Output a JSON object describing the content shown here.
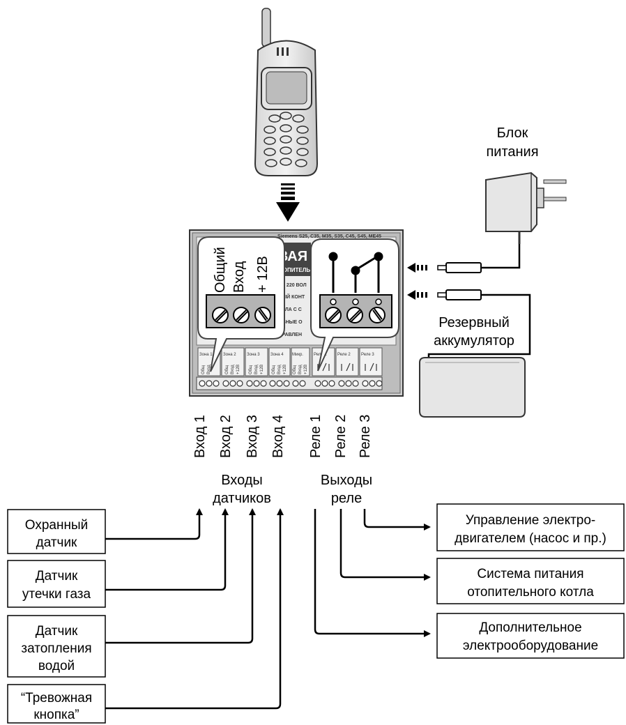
{
  "power_supply_label": [
    "Блок",
    "питания"
  ],
  "battery_label": [
    "Резервный",
    "аккумулятор"
  ],
  "device_header": "Siemens S25, C35, M35, S35, C45, S45, ME45",
  "device_title": "ВАЯ",
  "device_subtitle": "ОТОПИТЕЛЬ",
  "device_lines": [
    "ЕТИ 220 ВОЛ",
    "ТНЫЙ КОНТ",
    "КОТЛА С С",
    "ЕЛЬНЫЕ О",
    "УПРАВЛЕН"
  ],
  "device_zones": [
    "Зона 1",
    "Зона 2",
    "Зона 3",
    "Зона 4",
    "Микр."
  ],
  "device_relays": [
    "Реле 1",
    "Реле 2",
    "Реле 3"
  ],
  "zone_pins": [
    "Общ",
    "Вход",
    "+12В"
  ],
  "callout_left": [
    "Общий",
    "Вход",
    "+ 12В"
  ],
  "inputs": [
    "Вход 1",
    "Вход 2",
    "Вход 3",
    "Вход 4"
  ],
  "relays": [
    "Реле 1",
    "Реле 2",
    "Реле 3"
  ],
  "inputs_group_label": [
    "Входы",
    "датчиков"
  ],
  "outputs_group_label": [
    "Выходы",
    "реле"
  ],
  "sensors": [
    [
      "Охранный",
      "датчик"
    ],
    [
      "Датчик",
      "утечки газа"
    ],
    [
      "Датчик",
      "затопления",
      "водой"
    ],
    [
      "“Тревожная",
      "кнопка”"
    ]
  ],
  "outputs": [
    [
      "Управление электро-",
      "двигателем (насос и пр.)"
    ],
    [
      "Система питания",
      "отопительного котла"
    ],
    [
      "Дополнительное",
      "электрооборудование"
    ]
  ]
}
